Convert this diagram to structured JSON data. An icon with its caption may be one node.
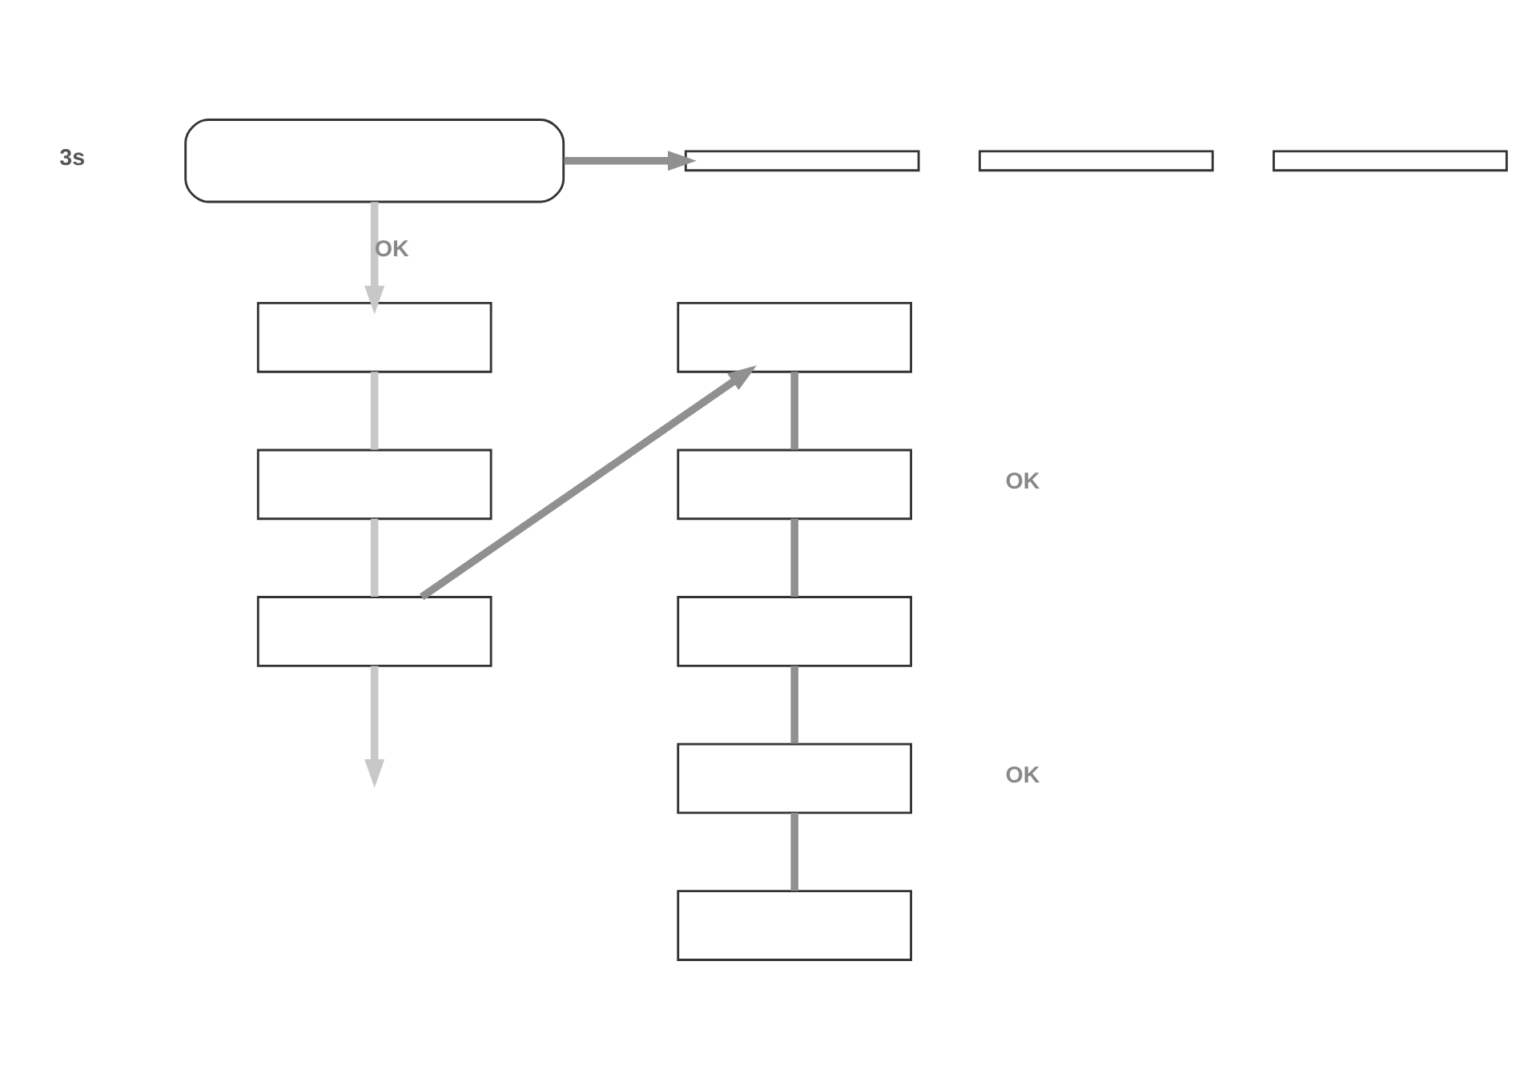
{
  "diagram": {
    "nodes": [
      {
        "text": [],
        "shape": "box"
      },
      {
        "text": [],
        "shape": "bar"
      },
      {
        "text": [],
        "shape": "bar"
      },
      {
        "text": [],
        "shape": "bar"
      },
      {
        "text": [],
        "shape": "box"
      },
      {
        "text": [],
        "shape": "box"
      },
      {
        "text": [],
        "shape": "box"
      },
      {
        "text": [],
        "shape": "box"
      },
      {
        "text": [],
        "shape": "box"
      },
      {
        "text": [],
        "shape": "box"
      },
      {
        "text": [],
        "shape": "box"
      },
      {
        "text": [],
        "shape": "box"
      }
    ],
    "edges": [
      {
        "from": 0,
        "to": 1,
        "arrow": "to"
      },
      {
        "from": 0,
        "to": 4,
        "arrow": "to",
        "label": "OK",
        "color": "#c8c8c8"
      },
      {
        "from": 4,
        "to": 5,
        "arrow": "none",
        "color": "#c8c8c8"
      },
      {
        "from": 5,
        "to": 6,
        "arrow": "none",
        "color": "#c8c8c8"
      },
      {
        "from": 6,
        "to": null,
        "arrow": "to",
        "color": "#c8c8c8"
      },
      {
        "from": 6,
        "to": 7,
        "arrow": "to"
      },
      {
        "from": 7,
        "to": 8,
        "arrow": "none"
      },
      {
        "from": 8,
        "to": 9,
        "arrow": "none"
      },
      {
        "from": 9,
        "to": 10,
        "arrow": "none"
      },
      {
        "from": 10,
        "to": 11,
        "arrow": "none"
      }
    ],
    "labels": [
      "3s",
      "OK",
      "OK"
    ]
  }
}
